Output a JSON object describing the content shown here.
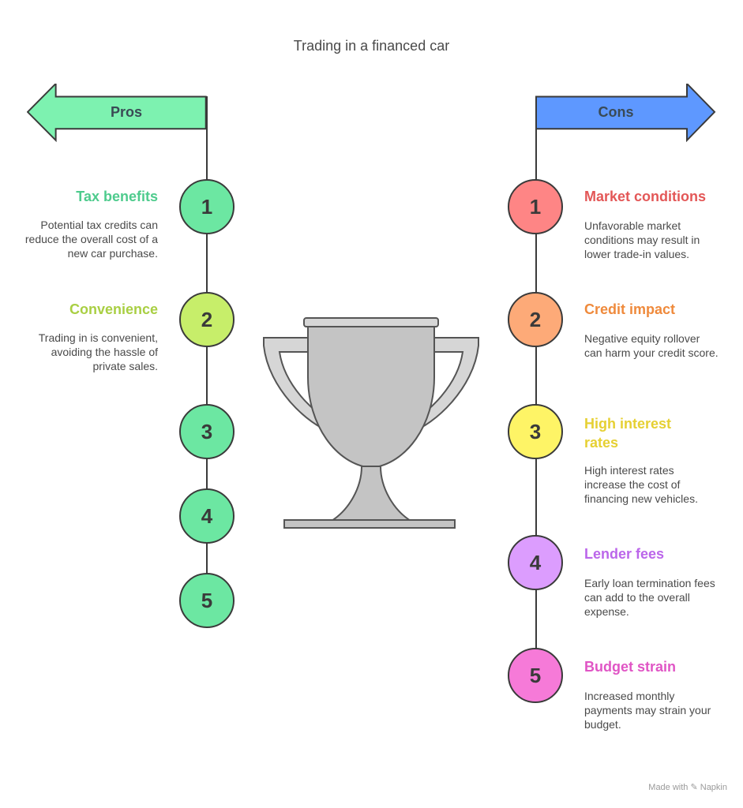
{
  "title": "Trading in a financed car",
  "pros": {
    "label": "Pros",
    "color": "#7df2b0",
    "items": [
      {
        "num": "1",
        "heading": "Tax benefits",
        "text": "Potential tax credits can reduce the overall cost of a new car purchase.",
        "fill": "#6ce7a2",
        "head_color": "#4ecb8d"
      },
      {
        "num": "2",
        "heading": "Convenience",
        "text": "Trading in is convenient, avoiding the hassle of private sales.",
        "fill": "#c7ee6a",
        "head_color": "#a9cf43"
      },
      {
        "num": "3",
        "heading": "",
        "text": "",
        "fill": "#6ce7a2",
        "head_color": "#4ecb8d"
      },
      {
        "num": "4",
        "heading": "",
        "text": "",
        "fill": "#6ce7a2",
        "head_color": "#4ecb8d"
      },
      {
        "num": "5",
        "heading": "",
        "text": "",
        "fill": "#6ce7a2",
        "head_color": "#4ecb8d"
      }
    ]
  },
  "cons": {
    "label": "Cons",
    "color": "#5e98ff",
    "items": [
      {
        "num": "1",
        "heading": "Market conditions",
        "text": "Unfavorable market conditions may result in lower trade-in values.",
        "fill": "#fe8585",
        "head_color": "#e35757"
      },
      {
        "num": "2",
        "heading": "Credit impact",
        "text": "Negative equity rollover can harm your credit score.",
        "fill": "#fdaa78",
        "head_color": "#ef8a3c"
      },
      {
        "num": "3",
        "heading": "High interest rates",
        "text": "High interest rates increase the cost of financing new vehicles.",
        "fill": "#fef466",
        "head_color": "#e6d033"
      },
      {
        "num": "4",
        "heading": "Lender fees",
        "text": "Early loan termination fees can add to the overall expense.",
        "fill": "#dc9dfe",
        "head_color": "#bb66ea"
      },
      {
        "num": "5",
        "heading": "Budget strain",
        "text": "Increased monthly payments may strain your budget.",
        "fill": "#f67ad8",
        "head_color": "#e055c5"
      }
    ]
  },
  "footer": "Made with ✎ Napkin",
  "trophy_icon": "trophy-icon"
}
